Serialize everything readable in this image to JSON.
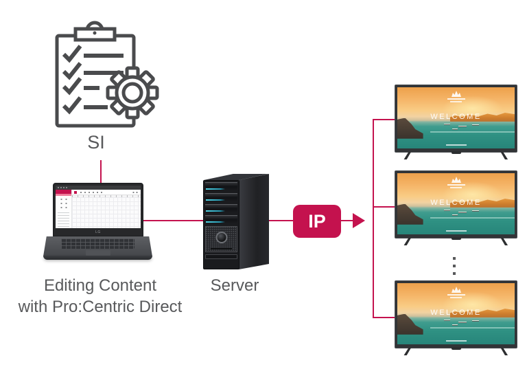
{
  "diagram": {
    "colors": {
      "accent": "#C4124E",
      "label_text": "#58595B",
      "icon_stroke": "#4A4B4D"
    },
    "si_group": {
      "label": "SI"
    },
    "editing_group": {
      "caption_line1": "Editing Content",
      "caption_line2": "with Pro:Centric Direct",
      "laptop_logo": "LG"
    },
    "server_group": {
      "label": "Server"
    },
    "transport": {
      "badge_label": "IP"
    },
    "displays": {
      "welcome_text": "WELCOME"
    }
  }
}
